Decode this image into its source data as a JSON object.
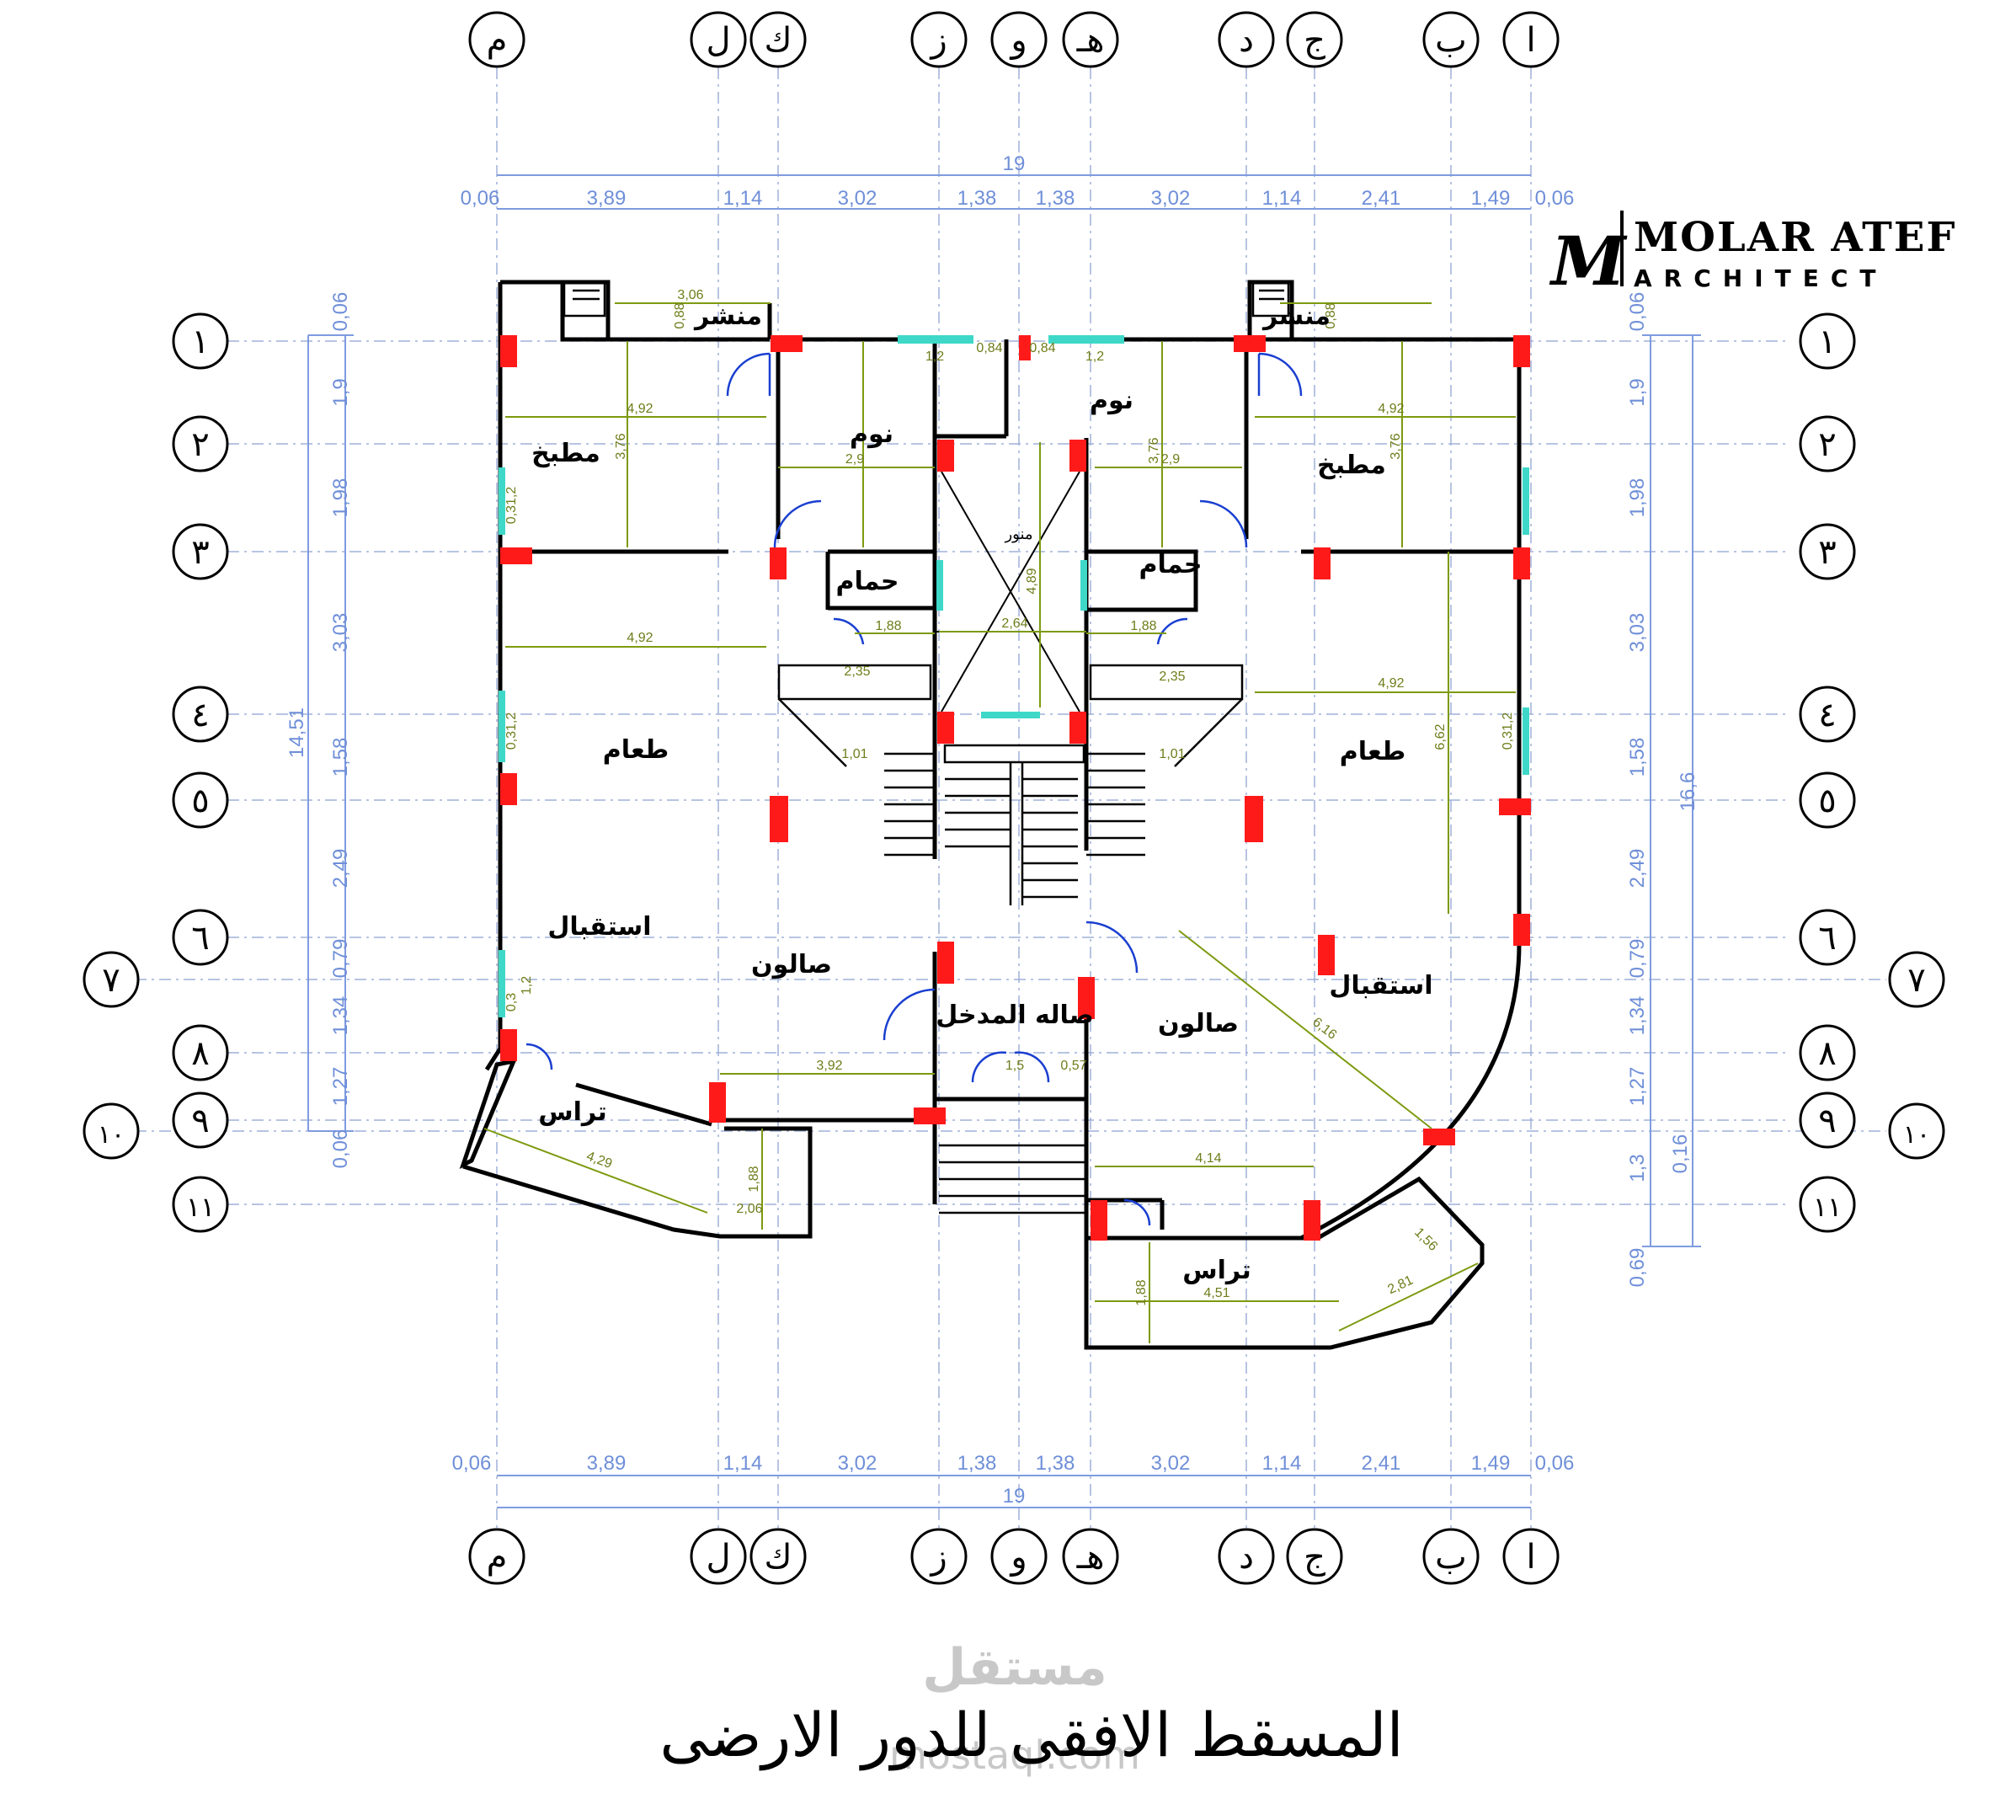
{
  "title": "المسقط الافقى للدور الارضى",
  "logo": {
    "name": "MOLAR ATEF",
    "subtitle": "ARCHITECT",
    "monogram": "M"
  },
  "watermark": {
    "arabic": "مستقل",
    "latin": "mostaql.com"
  },
  "axes_vertical": [
    "ا",
    "ب",
    "ج",
    "د",
    "هـ",
    "و",
    "ز",
    "ك",
    "ل",
    "م"
  ],
  "axes_horizontal": [
    "١",
    "٢",
    "٣",
    "٤",
    "٥",
    "٦",
    "٧",
    "٨",
    "٩",
    "١٠",
    "١١"
  ],
  "dims_horizontal": [
    "0,06",
    "3,89",
    "1,14",
    "3,02",
    "1,38",
    "1,38",
    "3,02",
    "1,14",
    "2,41",
    "1,49",
    "0,06"
  ],
  "dim_total_horizontal": "19",
  "dims_vertical": [
    "0,06",
    "1,9",
    "1,98",
    "3,03",
    "1,58",
    "2,49",
    "0,79",
    "1,34",
    "1,27",
    "0,06"
  ],
  "dims_vertical_right": [
    "0,06",
    "1,9",
    "1,98",
    "3,03",
    "1,58",
    "2,49",
    "0,79",
    "1,34",
    "1,27",
    "1,3",
    "0,69"
  ],
  "dim_total_vertical_left": "14,51",
  "dim_total_vertical_right": "16,6",
  "dim_small_right": "0,16",
  "rooms": {
    "kitchen_left": "مطبخ",
    "kitchen_right": "مطبخ",
    "laundry_left": "منشر",
    "laundry_right": "منشر",
    "bedroom_left": "نوم",
    "bedroom_right": "نوم",
    "bath_left": "حمام",
    "bath_right": "حمام",
    "dining_left": "طعام",
    "dining_right": "طعام",
    "reception_left": "استقبال",
    "reception_right": "استقبال",
    "salon_left": "صالون",
    "salon_right": "صالون",
    "terrace_left": "تراس",
    "terrace_right": "تراس",
    "entrance_hall": "صاله المدخل",
    "lightwell": "منور"
  },
  "inner_dims": {
    "d492": "4,92",
    "d376": "3,76",
    "d29": "2,9",
    "d12": "1,2",
    "d084": "0,84",
    "d188": "1,88",
    "d264": "2,64",
    "d489": "4,89",
    "d235": "2,35",
    "d101": "1,01",
    "d662": "6,62",
    "d392": "3,92",
    "d429": "4,29",
    "d206": "2,06",
    "d414": "4,14",
    "d451": "4,51",
    "d616": "6,16",
    "d281": "2,81",
    "d156": "1,56",
    "d15": "1,5",
    "d057": "0,57",
    "d306": "3,06",
    "d088": "0,88",
    "d032": "0,31,2",
    "d03": "0,3"
  }
}
